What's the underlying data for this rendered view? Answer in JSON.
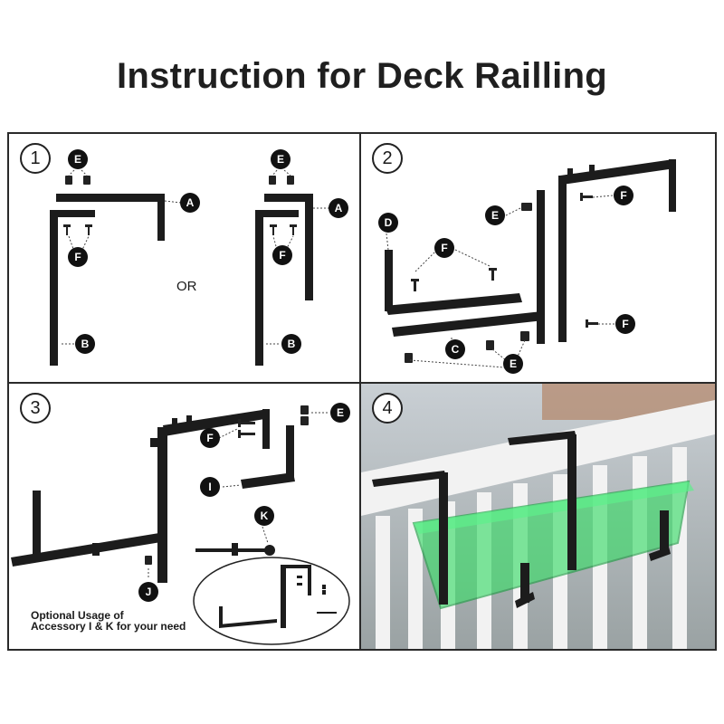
{
  "title": "Instruction for Deck Railling",
  "steps": [
    "1",
    "2",
    "3",
    "4"
  ],
  "or_text": "OR",
  "optional_note_line1": "Optional Usage of",
  "optional_note_line2": "Accessory I & K for your need",
  "part_labels": [
    "A",
    "B",
    "C",
    "D",
    "E",
    "F",
    "I",
    "J",
    "K"
  ],
  "colors": {
    "bracket": "#1c1c1c",
    "planter": "#3ddc6a",
    "railing": "#f2f2f2"
  }
}
